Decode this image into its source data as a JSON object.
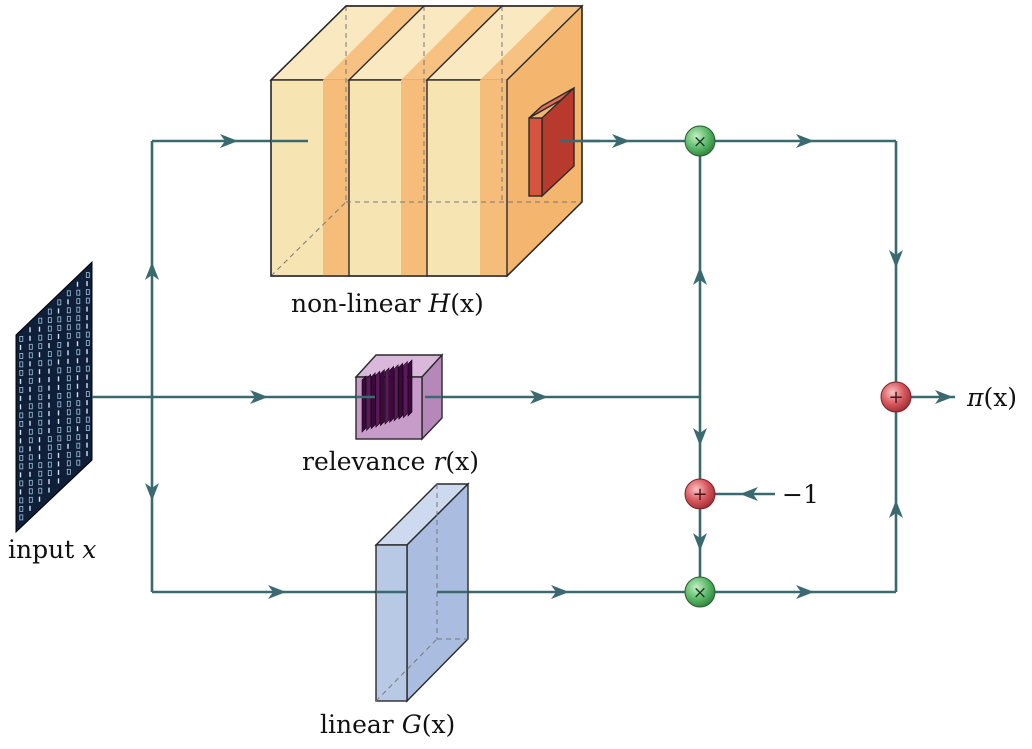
{
  "labels": {
    "input": "input ",
    "input_var": "x",
    "nonlinear": "non-linear ",
    "nonlinear_fn": "H",
    "nonlinear_arg": "(x)",
    "relevance": "relevance ",
    "relevance_fn": "r",
    "relevance_arg": "(x)",
    "linear": "linear ",
    "linear_fn": "G",
    "linear_arg": "(x)",
    "constant": "−1",
    "output_fn": "π",
    "output_arg": "(x)"
  },
  "operators": {
    "multiply": "×",
    "add": "+"
  },
  "colors": {
    "wire": "#3a6a70",
    "nonlinear_front": "#f7e4b3",
    "nonlinear_band": "#f5bc7a",
    "nonlinear_side": "#f4b56e",
    "kernel": "#d65340",
    "relevance": "#c79cc9",
    "relevance_dark": "#4a0f4a",
    "linear": "#b8c9e6",
    "input": "#0f1f3a",
    "multiply_node": "#5dbb6a",
    "add_node": "#d9575e"
  }
}
